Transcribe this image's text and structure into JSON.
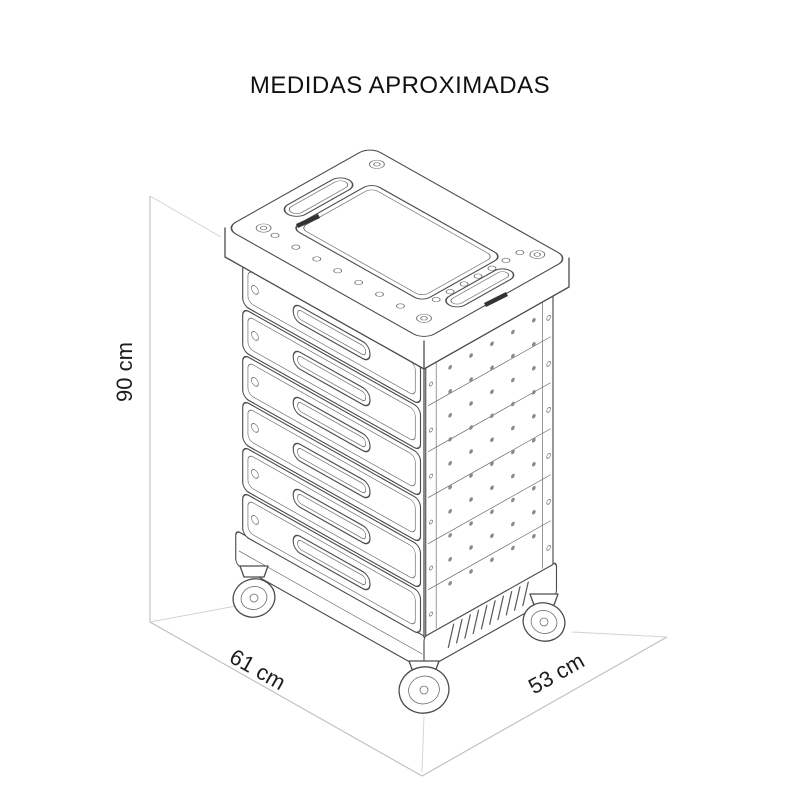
{
  "title": "MEDIDAS APROXIMADAS",
  "dimensions": {
    "height": "90 cm",
    "width": "61 cm",
    "depth": "53 cm"
  }
}
